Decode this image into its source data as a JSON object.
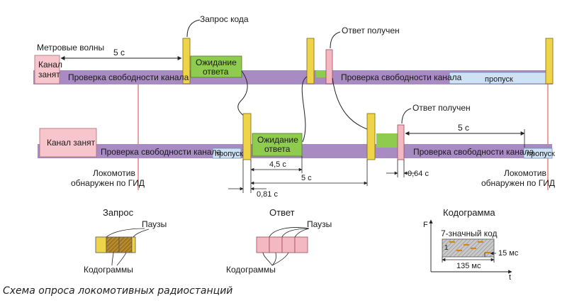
{
  "top": {
    "band_label": "Метровые волны",
    "busy": [
      "Канал",
      "занят"
    ],
    "interval": "5 с",
    "request_label": "Запрос кода",
    "waiting": [
      "Ожидание",
      "ответа"
    ],
    "answer_label": "Ответ получен",
    "check_1": "Проверка свободности канала",
    "check_2": "Проверка свободности канала",
    "pass": "пропуск"
  },
  "bottom": {
    "busy": "Канал занят",
    "check_1": "Проверка свободности канала",
    "check_2": "Проверка свободности канала",
    "pass_1": "пропуск",
    "pass_2": "пропуск",
    "waiting": [
      "Ожидание",
      "ответа"
    ],
    "answer_label": "Ответ получен",
    "interval_right": "5 с",
    "loco_left": [
      "Локомотив",
      "обнаружен по ГИД"
    ],
    "loco_right": [
      "Локомотив",
      "обнаружен по ГИД"
    ],
    "dim_wait": "4,5 с",
    "dim_cycle": "5 с",
    "dim_start": "0,81 с",
    "dim_answer": "0,64 с"
  },
  "legend": {
    "request_title": "Запрос",
    "request_pauses": "Паузы",
    "request_codes": "Кодограммы",
    "answer_title": "Ответ",
    "answer_pauses": "Паузы",
    "answer_codes": "Кодограммы",
    "code_title": "Кодограмма",
    "code_label": "7-значный код",
    "axis_f": "F",
    "axis_t": "t",
    "digit": "1",
    "dur_total": "135 мс",
    "dur_bit": "15 мс"
  },
  "caption": "Схема опроса локомотивных радиостанций",
  "colors": {
    "channel": "#a98bc4",
    "busy": "#f6c6cc",
    "wait": "#8fcb4f",
    "pass": "#cfe1f4",
    "pulse_yellow": "#efd44a",
    "pulse_pink": "#f4b8c2",
    "redline": "#d94040"
  }
}
